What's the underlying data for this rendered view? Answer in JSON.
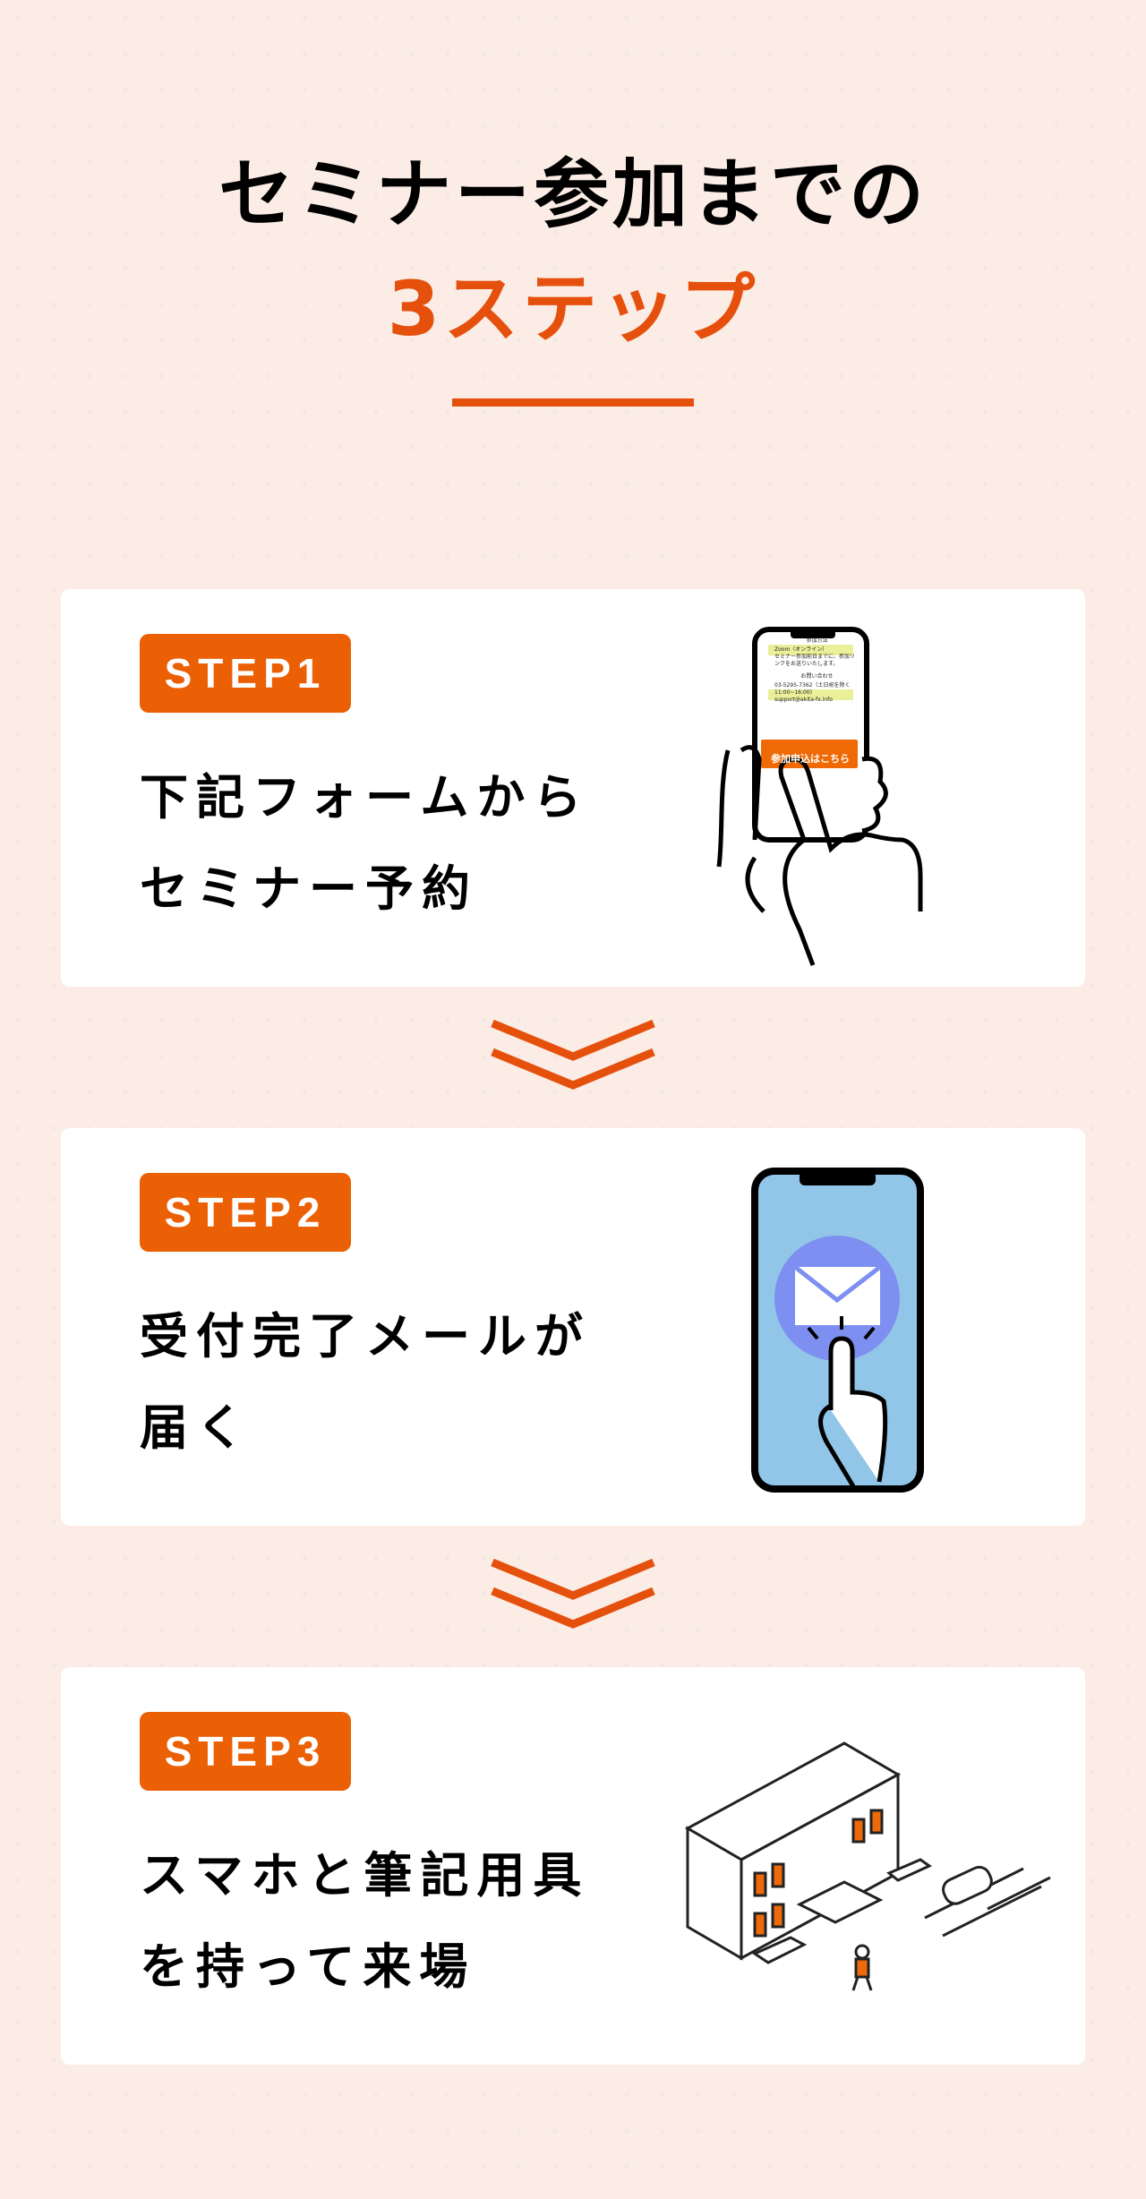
{
  "header": {
    "title_line1": "セミナー参加までの",
    "title_line2": "3ステップ"
  },
  "steps": [
    {
      "badge": "STEP1",
      "line1": "下記フォームから",
      "line2": "セミナー予約",
      "phone_screen": {
        "section1": "参加方法",
        "body1": "Zoom（オンライン）",
        "body2": "セミナー参加前日までに、参加リンクをお送りいたします。",
        "section2": "お問い合わせ",
        "contact1": "03-5295-7362（土日祝を除く",
        "contact2": "11:00~16:00)",
        "contact3": "support@akita-fx.info",
        "button": "参加申込はこちら"
      }
    },
    {
      "badge": "STEP2",
      "line1": "受付完了メールが",
      "line2": "届く"
    },
    {
      "badge": "STEP3",
      "line1": "スマホと筆記用具",
      "line2": "を持って来場"
    }
  ],
  "colors": {
    "accent": "#e5500c",
    "badge": "#eb5f05",
    "background": "#fbece5"
  }
}
